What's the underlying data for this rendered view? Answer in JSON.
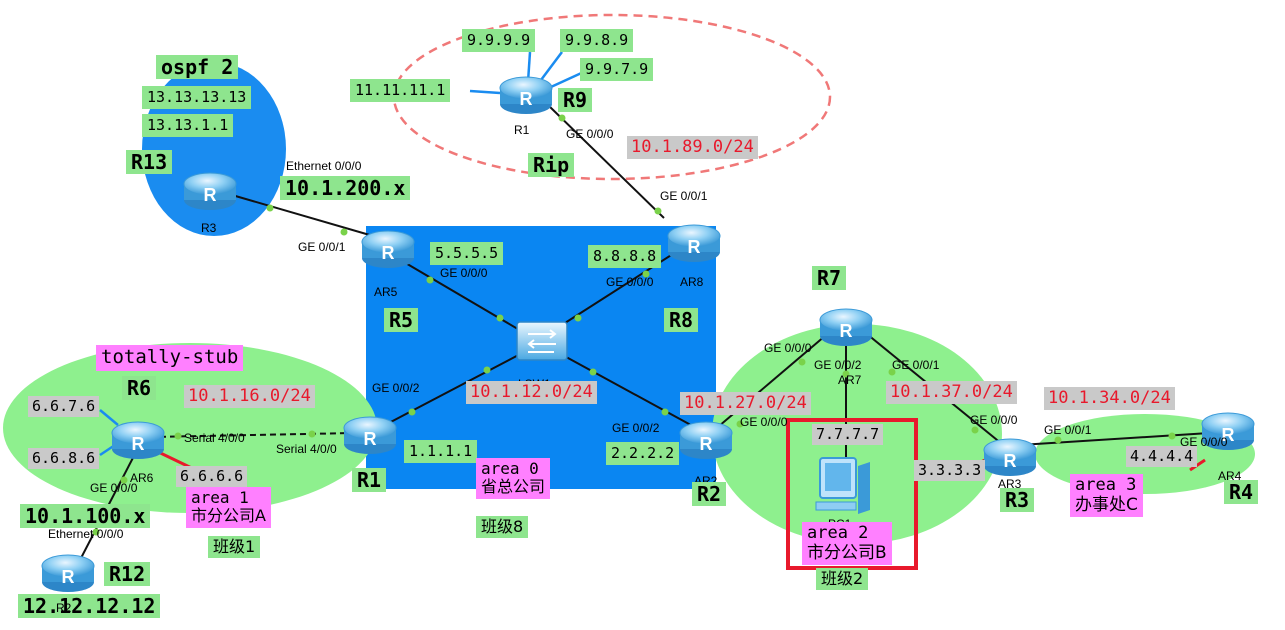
{
  "devices": {
    "r1_top": "R1",
    "r3": "R3",
    "ar5": "AR5",
    "ar8": "AR8",
    "lsw1": "LSW1",
    "ar6": "AR6",
    "ar1": "R1",
    "ar2": "AR2",
    "ar7": "AR7",
    "ar3": "AR3",
    "ar4": "AR4",
    "pc1": "PC1",
    "r2_bottom": "R2"
  },
  "ports": {
    "r9_ge000": "GE 0/0/0",
    "ar8_ge001": "GE 0/0/1",
    "r3_eth000": "Ethernet 0/0/0",
    "ar5_ge001": "GE 0/0/1",
    "ar5_ge000": "GE 0/0/0",
    "ar8_ge000": "GE 0/0/0",
    "ar1_ge002": "GE 0/0/2",
    "ar6_serial": "Serial 4/0/0",
    "ar1_serial": "Serial 4/0/0",
    "ar6_ge000": "GE 0/0/0",
    "r12_eth000": "Ethernet 0/0/0",
    "ar2_ge002": "GE 0/0/2",
    "ar2_ge000": "GE 0/0/0",
    "ar7_ge000": "GE 0/0/0",
    "ar7_ge002": "GE 0/0/2",
    "ar7_ge001": "GE 0/0/1",
    "ar3_ge000": "GE 0/0/0",
    "ar3_ge001": "GE 0/0/1",
    "ar4_ge000": "GE 0/0/0"
  },
  "labels": {
    "ip_9999": "9.9.9.9",
    "ip_9989": "9.9.8.9",
    "ip_9979": "9.9.7.9",
    "ip_11111": "11.11.11.1",
    "name_r9": "R9",
    "rip": "Rip",
    "net_1089": "10.1.89.0/24",
    "ospf2": "ospf 2",
    "ip_13131313": "13.13.13.13",
    "ip_131311": "13.13.1.1",
    "name_r13": "R13",
    "net_10200": "10.1.200.x",
    "ip_5555": "5.5.5.5",
    "ip_8888": "8.8.8.8",
    "name_r5": "R5",
    "name_r8": "R8",
    "name_r7": "R7",
    "totally_stub": "totally-stub",
    "name_r6": "R6",
    "net_1016": "10.1.16.0/24",
    "ip_6676": "6.6.7.6",
    "ip_6686": "6.6.8.6",
    "ip_6666": "6.6.6.6",
    "net_1012": "10.1.12.0/24",
    "net_1027": "10.1.27.0/24",
    "net_1037": "10.1.37.0/24",
    "net_1034": "10.1.34.0/24",
    "ip_1111": "1.1.1.1",
    "ip_2222": "2.2.2.2",
    "ip_7777": "7.7.7.7",
    "ip_3333": "3.3.3.3",
    "ip_4444": "4.4.4.4",
    "name_r1": "R1",
    "name_r2": "R2",
    "name_r3": "R3",
    "name_r4": "R4",
    "name_r12": "R12",
    "net_10100": "10.1.100.x",
    "ip_12121212": "12.12.12.12",
    "area1_a": "area 1",
    "area1_b": "市分公司A",
    "area0_a": "area 0",
    "area0_b": "省总公司",
    "area2_a": "area 2",
    "area2_b": "市分公司B",
    "area3_a": "area 3",
    "area3_b": "办事处C",
    "class1": "班级1",
    "class8": "班级8",
    "class2": "班级2"
  },
  "colors": {
    "area_green": "#8ef08e",
    "area0_blue": "#0a86f2",
    "area2_blue": "#1a8cf0",
    "rip_dash": "#f07878",
    "serial_red": "#e8192c",
    "highlight_red": "#e8192c",
    "label_green": "#8ee58e",
    "label_pink": "#ff80ff",
    "label_gray": "#c9c9c9"
  }
}
